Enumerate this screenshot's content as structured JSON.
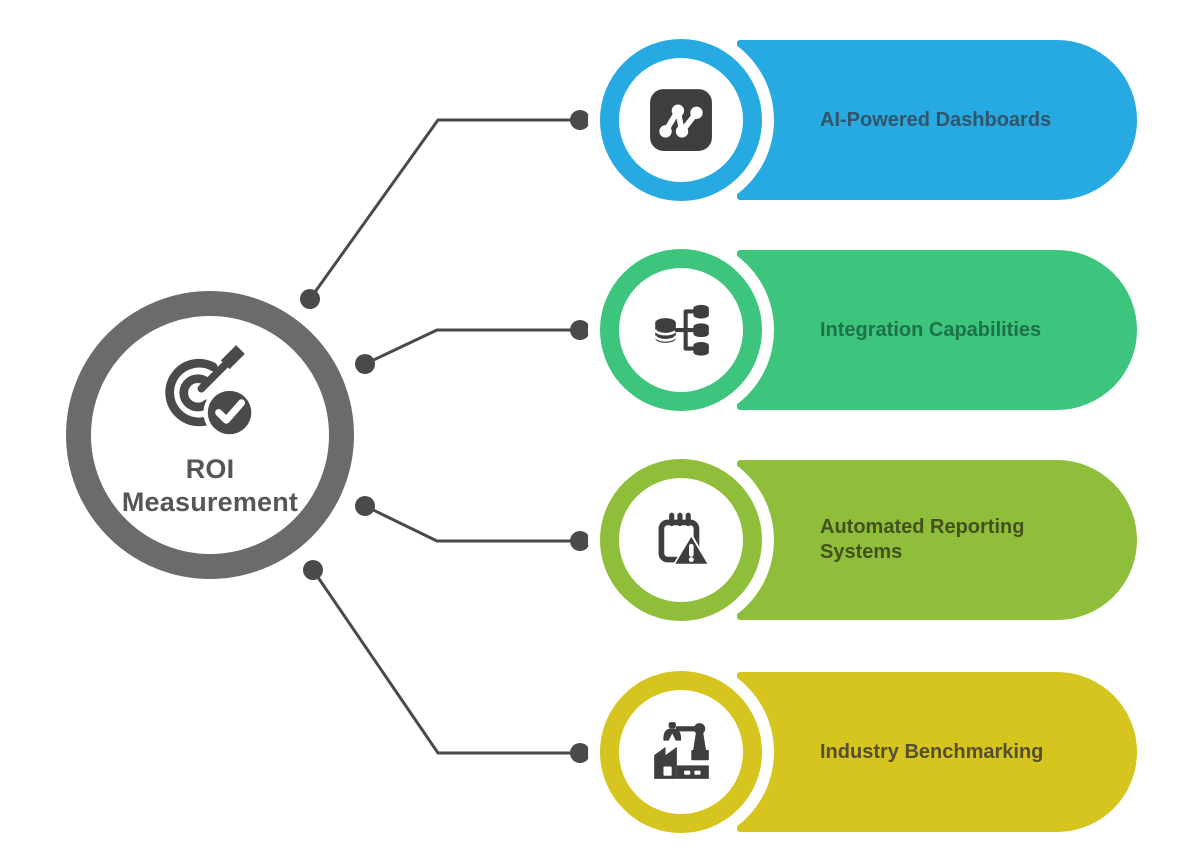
{
  "center": {
    "line1": "ROI",
    "line2": "Measurement",
    "icon": "target-dart-check-icon",
    "ring_color": "#6B6B6B",
    "text_color": "#565656",
    "icon_color": "#4A4A4C"
  },
  "connector": {
    "color": "#4A4A4A"
  },
  "icon_color": "#3E3E40",
  "branches": [
    {
      "label": "AI-Powered Dashboards",
      "icon": "route-analytics-icon",
      "color": "#27A9E1",
      "text_color": "#2F566B"
    },
    {
      "label": "Integration Capabilities",
      "icon": "database-sync-icon",
      "color": "#3DC47D",
      "text_color": "#1E7148"
    },
    {
      "label": "Automated Reporting Systems",
      "icon": "report-alert-icon",
      "color": "#8FBE3B",
      "text_color": "#43521D"
    },
    {
      "label": "Industry Benchmarking",
      "icon": "factory-robot-icon",
      "color": "#D6C41F",
      "text_color": "#544F2C"
    }
  ]
}
